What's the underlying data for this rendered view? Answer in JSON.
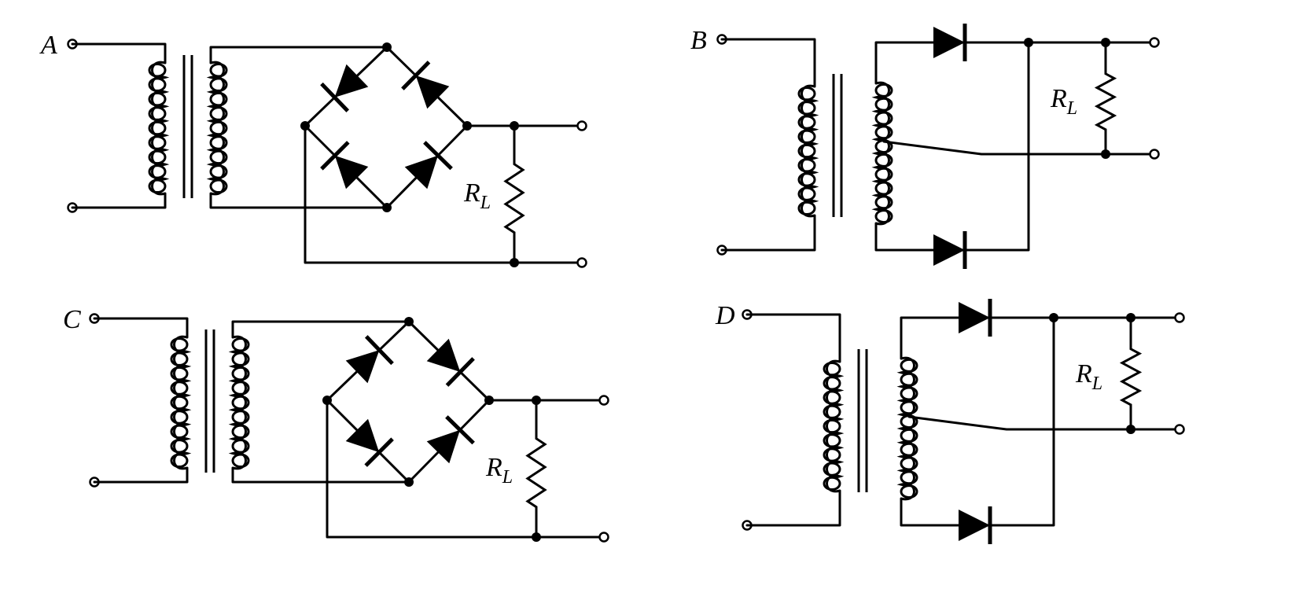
{
  "circuits": [
    {
      "id": "A",
      "label": "A",
      "load_label": "R",
      "load_sub": "L"
    },
    {
      "id": "B",
      "label": "B",
      "load_label": "R",
      "load_sub": "L"
    },
    {
      "id": "C",
      "label": "C",
      "load_label": "R",
      "load_sub": "L"
    },
    {
      "id": "D",
      "label": "D",
      "load_label": "R",
      "load_sub": "L"
    }
  ]
}
